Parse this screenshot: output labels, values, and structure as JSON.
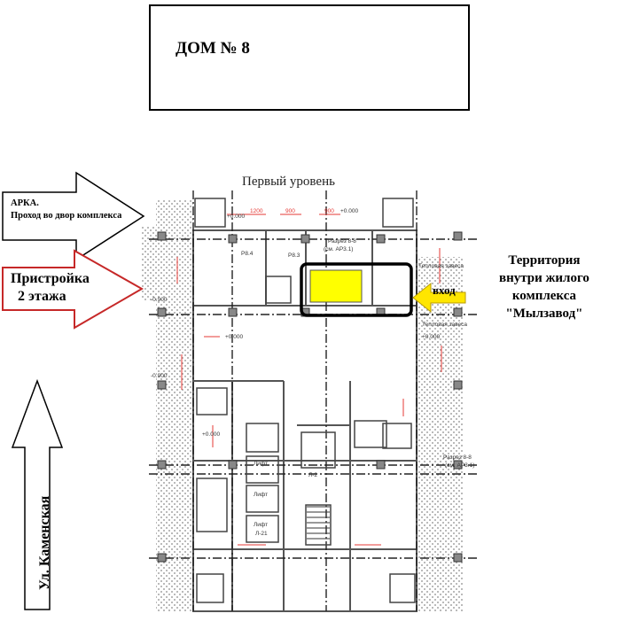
{
  "house": {
    "title": "ДОМ № 8"
  },
  "plan": {
    "title": "Первый уровень"
  },
  "arch": {
    "line1": "АРКА.",
    "line2": "Проход во двор комплекса"
  },
  "annex": {
    "line1": "Пристройка",
    "line2": "2 этажа"
  },
  "territory": {
    "line1": "Территория",
    "line2": "внутри жилого",
    "line3": "комплекса",
    "line4": "\"Мылзавод\""
  },
  "entrance": {
    "label": "вход",
    "highlight_color": "#ffff00",
    "arrow_color": "#ffe600"
  },
  "street": {
    "label": "Ул. Каменская"
  },
  "colors": {
    "annex_arrow": "#c62828",
    "dims": "#e53935",
    "walls": "#555555",
    "dashed_axes": "#222222"
  },
  "plan_labels": {
    "elev_a": "+0.000",
    "elev_b": "-0.900",
    "dim_a": "1200",
    "dim_b": "900",
    "room_a": "P8.4",
    "room_b": "P8.3",
    "section": "Разрез 8-8",
    "section_ref": "(см. АР3.1)",
    "heat_curtain": "Тепловая завеса",
    "lift_a": "Лифт",
    "lift_b": "Л-2",
    "lift_c": "Л-21"
  }
}
